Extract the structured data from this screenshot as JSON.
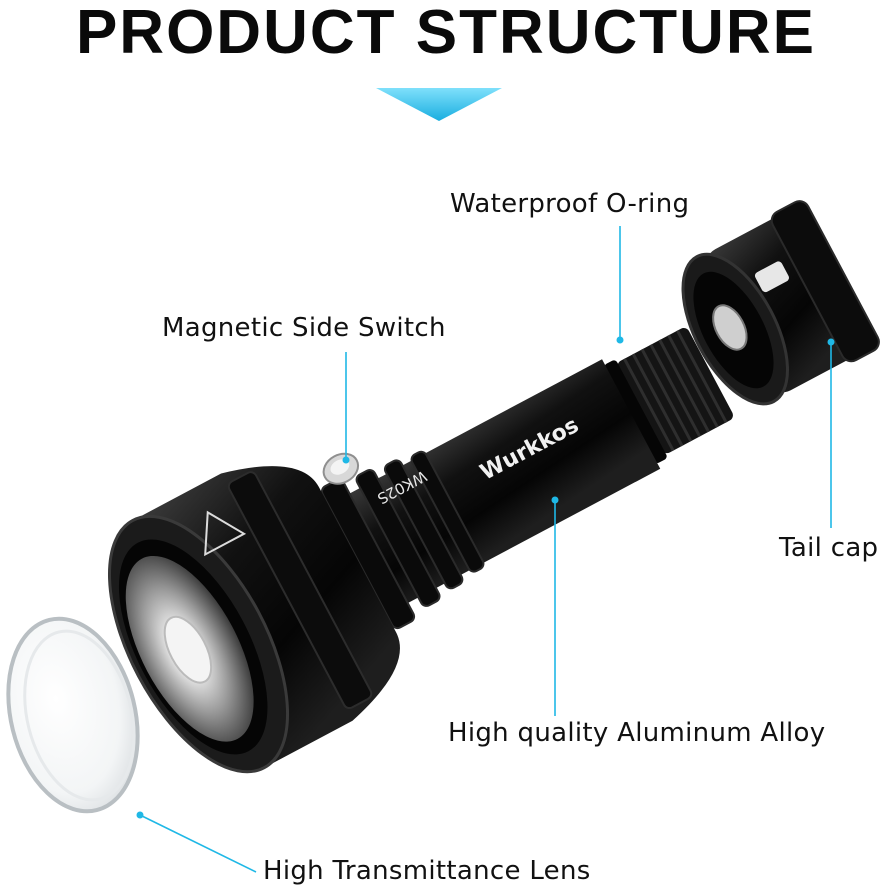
{
  "title": "PRODUCT STRUCTURE",
  "accent_color": "#1fb8e6",
  "labels": {
    "oring": "Waterproof O-ring",
    "switch": "Magnetic Side Switch",
    "tailcap": "Tail cap",
    "body": "High quality Aluminum Alloy",
    "lens": "High Transmittance Lens"
  },
  "product_marks": {
    "brand": "Wurkkos",
    "model": "WK02S"
  }
}
